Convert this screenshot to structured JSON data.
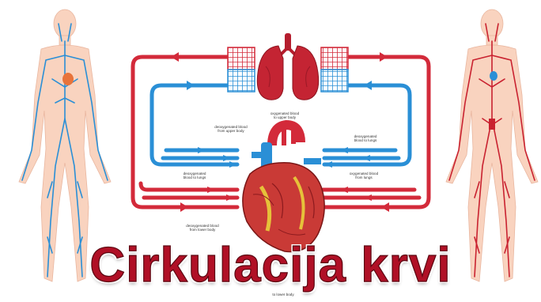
{
  "title": "Cirkulacija krvi",
  "labels": {
    "deoxy_upper": "deoxygenated blood\nfrom upper body",
    "oxy_to_body": "oxygenated blood\nto upper body",
    "deoxy_to_lungs_right": "deoxygenated\nblood to lungs",
    "deoxy_to_lungs_left": "deoxygenated\nblood to lungs",
    "oxy_from_lungs": "oxygenated blood\nfrom lungs",
    "deoxy_lower": "deoxygenated blood\nfrom lower body",
    "oxy_lower": "to lower body"
  },
  "colors": {
    "artery": "#d32a3a",
    "vein": "#2a8fd6",
    "skin": "#f9d3bf",
    "title": "#b01026"
  }
}
